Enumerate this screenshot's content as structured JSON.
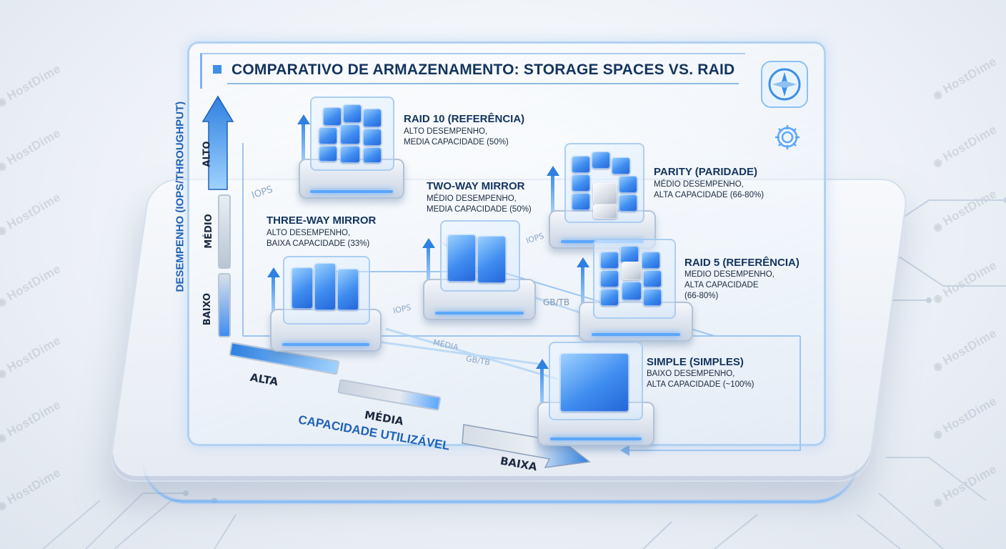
{
  "title": "COMPARATIVO DE ARMAZENAMENTO: STORAGE SPACES VS. RAID",
  "watermark_text": "HostDime",
  "y_axis": {
    "title": "DESEMPENHO (IOPS/THROUGHPUT)",
    "levels": [
      "ALTO",
      "MÉDIO",
      "BAIXO"
    ]
  },
  "x_axis": {
    "title": "CAPACIDADE UTILIZÁVEL",
    "levels": [
      "ALTA",
      "MÉDIA",
      "BAIXA"
    ]
  },
  "nodes": [
    {
      "title": "RAID 10 (REFERÊNCIA)",
      "line1": "ALTO DESEMPENHO,",
      "line2": "MEDIA CAPACIDADE (50%)",
      "line3": ""
    },
    {
      "title": "TWO-WAY MIRROR",
      "line1": "MÉDIO DESEMPENHO,",
      "line2": "MEDIA CAPACIDADE (50%)",
      "line3": ""
    },
    {
      "title": "THREE-WAY MIRROR",
      "line1": "ALTO DESEMPENHO,",
      "line2": "BAIXA CAPACIDADE (33%)",
      "line3": ""
    },
    {
      "title": "PARITY (PARIDADE)",
      "line1": "MÉDIO DESEMPENHO,",
      "line2": "ALTA CAPACIDADE (66-80%)",
      "line3": ""
    },
    {
      "title": "RAID 5 (REFERÊNCIA)",
      "line1": "MEDIO DESEMPENHO,",
      "line2": "ALTA CAPACIDADE",
      "line3": "(66-80%)"
    },
    {
      "title": "SIMPLE (SIMPLES)",
      "line1": "BAIXO DESEMPENHO,",
      "line2": "ALTA CAPACIDADE (~100%)",
      "line3": ""
    }
  ],
  "flow_labels": {
    "iops_a": "IOPS",
    "iops_b": "IOPS",
    "iops_c": "IOPS",
    "gbtb_a": "GB/TB",
    "gbtb_b": "GB/TB",
    "media": "MÉDIA"
  },
  "icons": {
    "compass": "compass-icon",
    "gear": "gear-icon"
  },
  "colors": {
    "accent": "#3d8fe8",
    "title": "#13345e",
    "axis_title": "#1f62b8"
  }
}
